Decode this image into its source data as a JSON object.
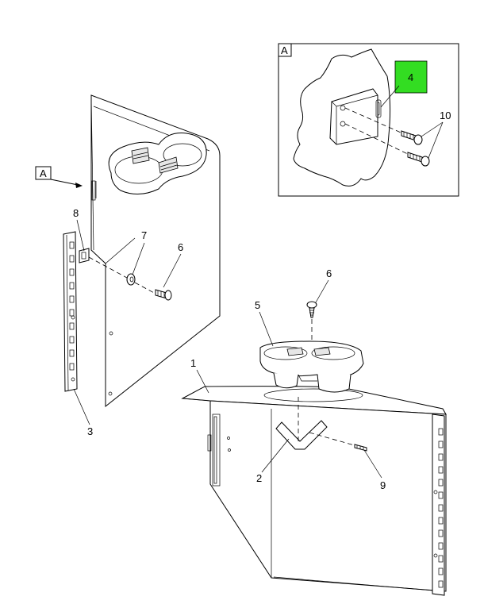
{
  "detail_view": {
    "label": "A",
    "highlight_color": "#33dd22",
    "callouts": [
      "4",
      "10"
    ]
  },
  "main_view": {
    "view_marker": "A",
    "callouts": {
      "c1": "1",
      "c2": "2",
      "c3": "3",
      "c5": "5",
      "c6a": "6",
      "c6b": "6",
      "c7": "7",
      "c8": "8",
      "c9": "9"
    }
  }
}
